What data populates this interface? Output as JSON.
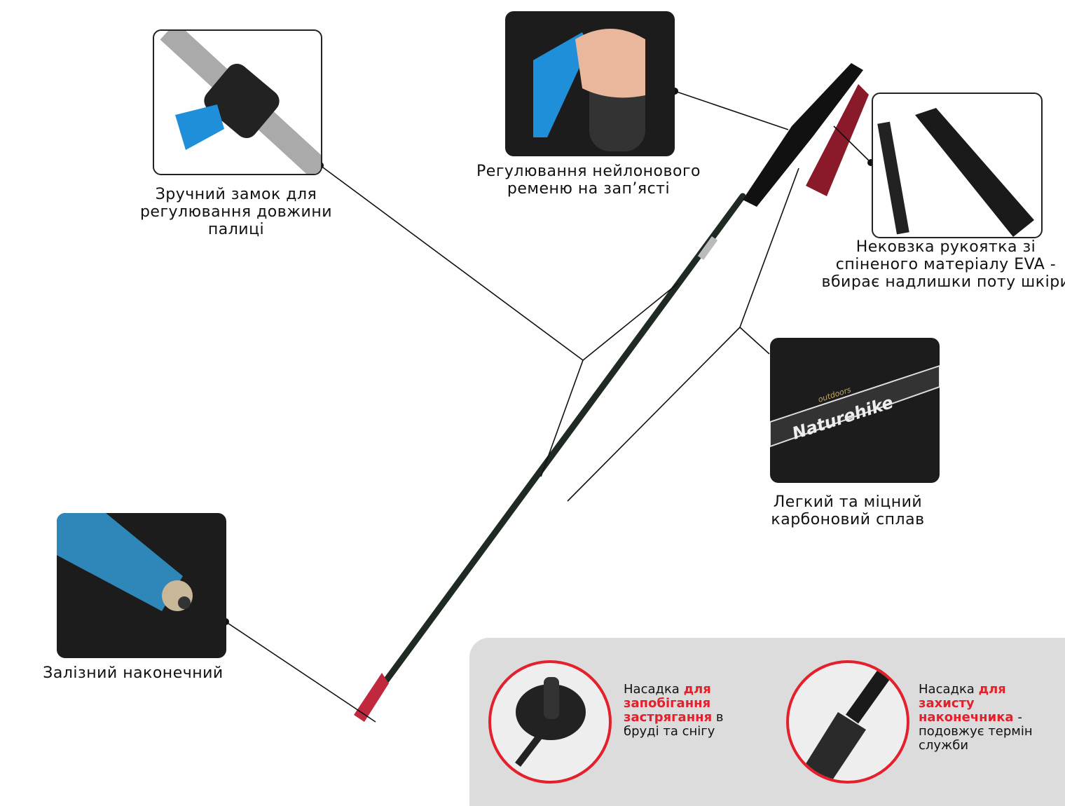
{
  "callouts": {
    "lock": "Зручний замок для регулювання довжини палиці",
    "strap": "Регулювання нейлонового ременю на зап’ясті",
    "grip": "Нековзка рукоятка зі спіненого матеріалу EVA - вбирає надлишки поту шкіри",
    "carbon": "Легкий та міцний карбоновий сплав",
    "tip": "Залізний наконечний"
  },
  "logo": {
    "brand": "Naturehike",
    "sub": "outdoors"
  },
  "accessories": [
    {
      "prefix": "Насадка ",
      "highlight": "для запобігання застрягання",
      "suffix": " в бруді та снігу"
    },
    {
      "prefix": "Насадка ",
      "highlight": "для захисту наконечника",
      "suffix": " - подовжує термін служби"
    }
  ],
  "colors": {
    "accent": "#e3202b",
    "panel": "#dcdcdc",
    "photo_bg": "#1c1c1c",
    "blue": "#1e8fd8"
  }
}
